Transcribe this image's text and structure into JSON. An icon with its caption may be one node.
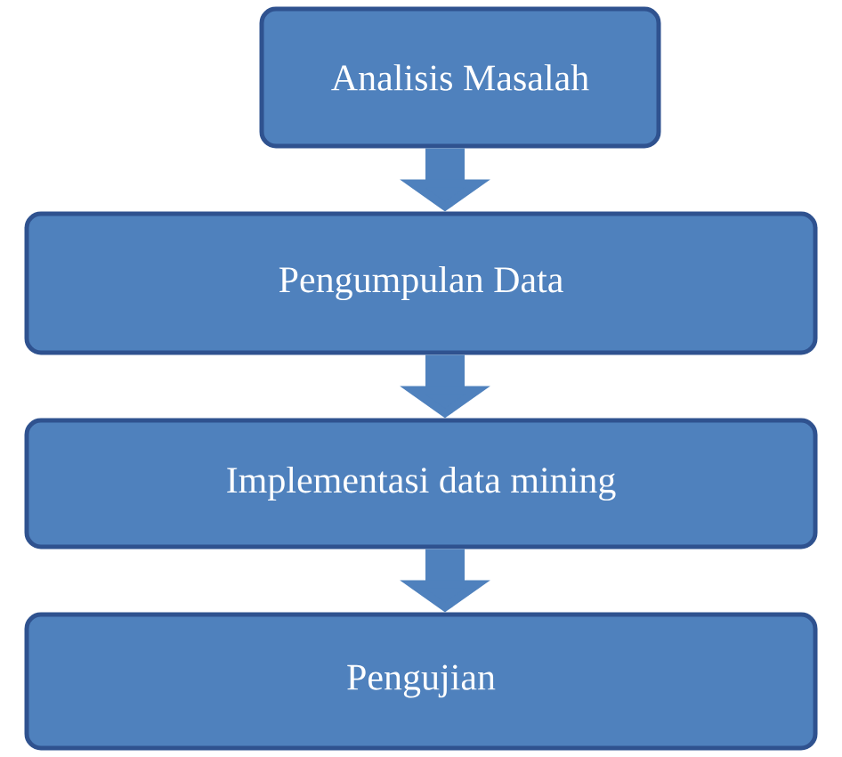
{
  "diagram": {
    "nodes": [
      {
        "text": [
          "Analisis Masalah"
        ]
      },
      {
        "text": [
          "Pengumpulan Data"
        ]
      },
      {
        "text": [
          "Implementasi data mining"
        ]
      },
      {
        "text": [
          "Pengujian"
        ]
      }
    ],
    "edges": [
      {
        "from": 0,
        "to": 1,
        "arrow": "to"
      },
      {
        "from": 1,
        "to": 2,
        "arrow": "to"
      },
      {
        "from": 2,
        "to": 3,
        "arrow": "to"
      }
    ]
  }
}
